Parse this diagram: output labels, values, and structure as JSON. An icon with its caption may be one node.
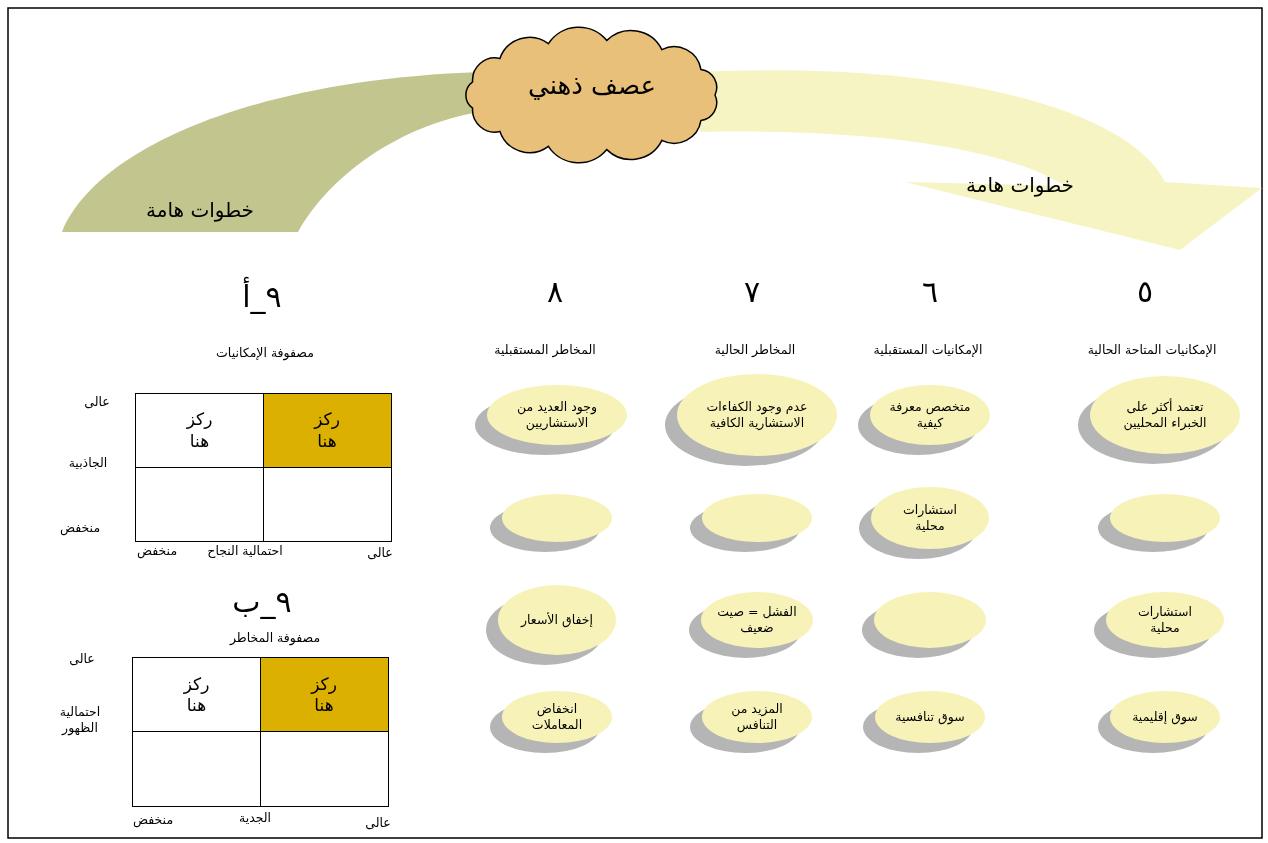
{
  "diagram": {
    "nodes": [
      {
        "text": [
          "عصف ذهني"
        ]
      },
      {
        "text": [
          "خطوات هامة"
        ]
      },
      {
        "text": [
          "خطوات هامة"
        ]
      },
      {
        "text": [
          "تعتمد أكثر على الخبراء المحليين"
        ]
      },
      {
        "text": [
          "متخصص معرفة كيفية"
        ]
      },
      {
        "text": [
          "عدم وجود الكفاءات الاستشارية الكافية"
        ]
      },
      {
        "text": [
          "وجود العديد من الاستشاريين"
        ]
      },
      {
        "text": [],
        "shape": "ellipse"
      },
      {
        "text": [
          "استشارات محلية"
        ]
      },
      {
        "text": [],
        "shape": "ellipse"
      },
      {
        "text": [],
        "shape": "ellipse"
      },
      {
        "text": [
          "استشارات محلية"
        ]
      },
      {
        "text": [],
        "shape": "ellipse"
      },
      {
        "text": [
          "الفشل = صيت ضعيف"
        ]
      },
      {
        "text": [
          "إخفاق الأسعار"
        ]
      },
      {
        "text": [
          "سوق إقليمية"
        ]
      },
      {
        "text": [
          "سوق تنافسية"
        ]
      },
      {
        "text": [
          "المزيد من التنافس"
        ]
      },
      {
        "text": [
          "انخفاض المعاملات"
        ]
      },
      {
        "text": [
          "ركز هنا"
        ]
      },
      {
        "text": [
          "ركز هنا"
        ]
      },
      {
        "text": [],
        "shape": "box"
      },
      {
        "text": [],
        "shape": "box"
      },
      {
        "text": [
          "ركز هنا"
        ]
      },
      {
        "text": [
          "ركز هنا"
        ]
      },
      {
        "text": [],
        "shape": "box"
      },
      {
        "text": [],
        "shape": "box"
      }
    ],
    "labels": [
      "٥",
      "٦",
      "٧",
      "٨",
      "الإمكانيات المتاحة الحالية",
      "الإمكانيات المستقبلية",
      "المخاطر الحالية",
      "المخاطر المستقبلية",
      "٩_أ",
      "مصفوفة الإمكانيات",
      "عالى",
      "الجاذبية",
      "منخفض",
      "منخفض",
      "احتمالية النجاح",
      "عالى",
      "٩_ب",
      "مصفوفة المخاطر",
      "عالى",
      "احتمالية الظهور",
      "منخفض",
      "الجدية",
      "عالى"
    ]
  }
}
